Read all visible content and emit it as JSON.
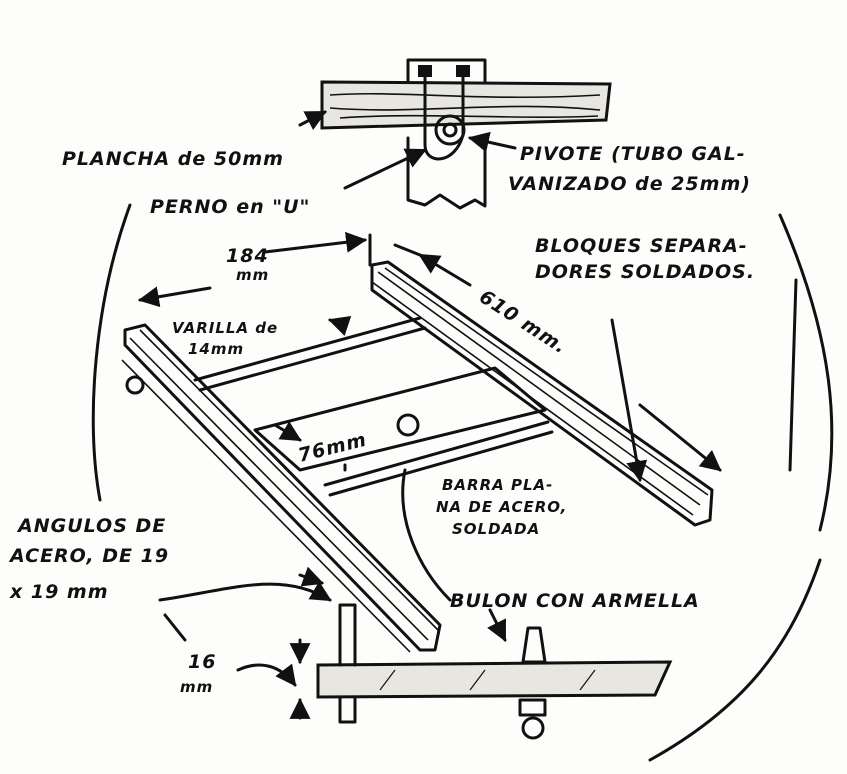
{
  "title": "Bastidor pivotante de angulos de acero",
  "labels": {
    "plancha": "PLANCHA de 50mm",
    "perno": "PERNO en \"U\"",
    "pivote_1": "PIVOTE (TUBO GAL-",
    "pivote_2": "VANIZADO de 25mm)",
    "bloques_1": "BLOQUES SEPARA-",
    "bloques_2": "DORES SOLDADOS.",
    "dim_184": "184",
    "dim_184_unit": "mm",
    "dim_610": "610 mm.",
    "varilla_1": "VARILLA de",
    "varilla_2": "14mm",
    "dim_76": "76mm",
    "barra_1": "BARRA PLA-",
    "barra_2": "NA DE ACERO,",
    "barra_3": "SOLDADA",
    "angulos_1": "ANGULOS DE",
    "angulos_2": "ACERO, DE 19",
    "angulos_3": "x 19 mm",
    "bulon": "BULON CON ARMELLA",
    "dim_16": "16",
    "dim_16_unit": "mm"
  }
}
